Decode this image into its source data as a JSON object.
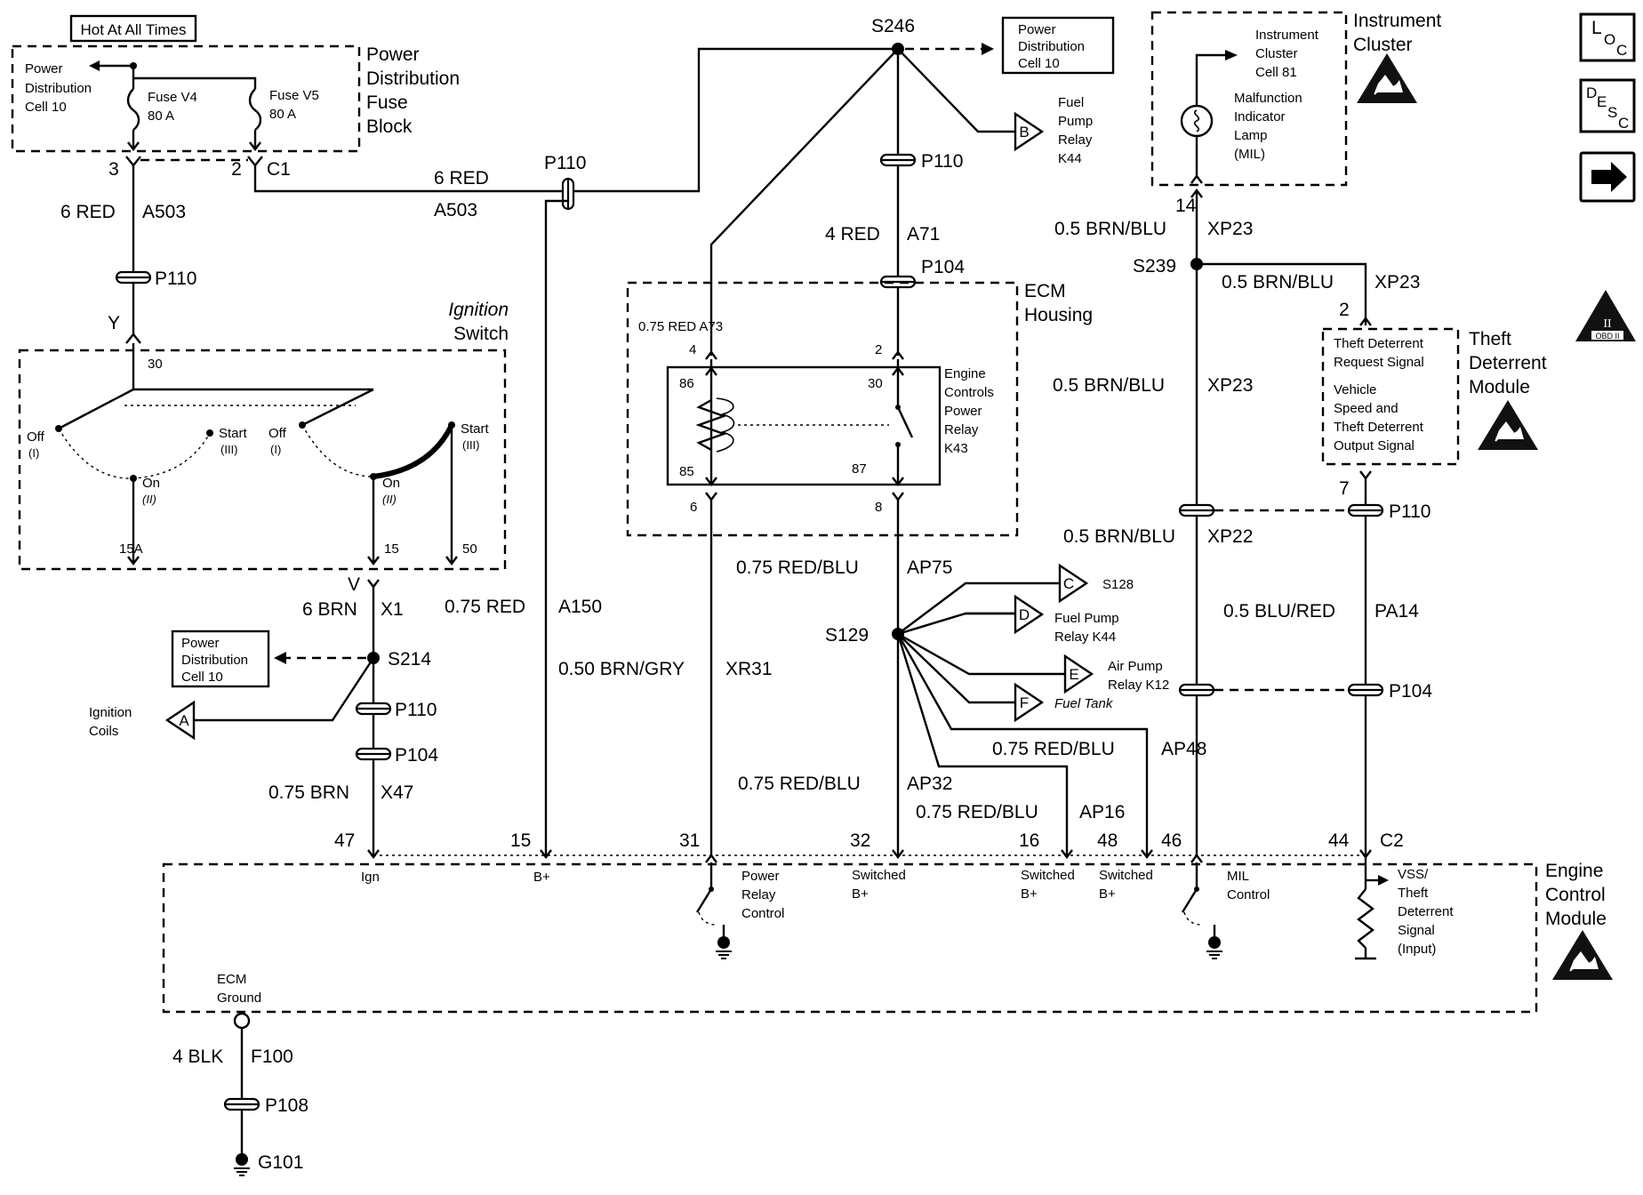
{
  "power_block": {
    "hot_label": "Hot At All Times",
    "title_lines": [
      "Power",
      "Distribution",
      "Fuse",
      "Block"
    ],
    "cell_lines": [
      "Power",
      "Distribution",
      "Cell 10"
    ],
    "fuse_v4": [
      "Fuse V4",
      "80 A"
    ],
    "fuse_v5": [
      "Fuse V5",
      "80 A"
    ],
    "pin_3": "3",
    "pin_2": "2",
    "conn_c1": "C1"
  },
  "wires": {
    "left_a503_gauge": "6 RED",
    "left_a503_circuit": "A503",
    "top_a503_gauge": "6 RED",
    "top_a503_circuit": "A503",
    "a71_gauge": "4 RED",
    "a71_circuit": "A71",
    "a73": "0.75 RED  A73",
    "x1_gauge": "6 BRN",
    "x1_circuit": "X1",
    "a150_gauge": "0.75 RED",
    "a150_circuit": "A150",
    "xr31_gauge": "0.50 BRN/GRY",
    "xr31_circuit": "XR31",
    "ap75_gauge": "0.75 RED/BLU",
    "ap75_circuit": "AP75",
    "ap32_gauge": "0.75 RED/BLU",
    "ap32_circuit": "AP32",
    "ap48_gauge": "0.75 RED/BLU",
    "ap48_circuit": "AP48",
    "ap16_gauge": "0.75 RED/BLU",
    "ap16_circuit": "AP16",
    "x47_gauge": "0.75 BRN",
    "x47_circuit": "X47",
    "f100_gauge": "4 BLK",
    "f100_circuit": "F100",
    "xp23_top_gauge": "0.5 BRN/BLU",
    "xp23_top_circuit": "XP23",
    "xp23_right_gauge": "0.5 BRN/BLU",
    "xp23_right_circuit": "XP23",
    "xp23_mid_gauge": "0.5 BRN/BLU",
    "xp23_mid_circuit": "XP23",
    "xp22_gauge": "0.5 BRN/BLU",
    "xp22_circuit": "XP22",
    "pa14_gauge": "0.5  BLU/RED",
    "pa14_circuit": "PA14"
  },
  "connectors": {
    "p110": "P110",
    "p104": "P104",
    "p108": "P108"
  },
  "splices": {
    "s246": "S246",
    "s214": "S214",
    "s129": "S129",
    "s239": "S239",
    "g101": "G101"
  },
  "power_cell_refs": {
    "top": [
      "Power",
      "Distribution",
      "Cell 10"
    ],
    "s214": [
      "Power",
      "Distribution",
      "Cell 10"
    ]
  },
  "refs": {
    "b_label": "B",
    "b_lines": [
      "Fuel",
      "Pump",
      "Relay",
      "K44"
    ],
    "a_label": "A",
    "a_lines": [
      "Ignition",
      "Coils"
    ],
    "c_label": "C",
    "c_text": "S128",
    "d_label": "D",
    "d_lines": [
      "Fuel Pump",
      "Relay K44"
    ],
    "e_label": "E",
    "e_lines": [
      "Air Pump",
      "Relay K12"
    ],
    "f_label": "F",
    "f_text": "Fuel Tank"
  },
  "ignition_switch": {
    "title_lines": [
      "Ignition",
      "Switch"
    ],
    "pin_y": "Y",
    "pin_30": "30",
    "off1": [
      "Off",
      "(I)"
    ],
    "start1": [
      "Start",
      "(III)"
    ],
    "on1": [
      "On",
      "(II)"
    ],
    "off2": [
      "Off",
      "(I)"
    ],
    "start2": [
      "Start",
      "(III)"
    ],
    "on2": [
      "On",
      "(II)"
    ],
    "pin_15a": "15A",
    "pin_15": "15",
    "pin_50": "50",
    "pin_v": "V"
  },
  "ecm_housing": {
    "title_lines": [
      "ECM",
      "Housing"
    ],
    "pin_4": "4",
    "pin_2": "2",
    "pin_6": "6",
    "pin_8": "8",
    "relay_86": "86",
    "relay_85": "85",
    "relay_30": "30",
    "relay_87": "87",
    "relay_lines": [
      "Engine",
      "Controls",
      "Power",
      "Relay",
      "K43"
    ]
  },
  "instrument_cluster": {
    "title_lines": [
      "Instrument",
      "Cluster"
    ],
    "cell_lines": [
      "Instrument",
      "Cluster",
      "Cell 81"
    ],
    "mil_lines": [
      "Malfunction",
      "Indicator",
      "Lamp",
      "(MIL)"
    ],
    "pin_14": "14"
  },
  "theft_module": {
    "title_lines": [
      "Theft",
      "Deterrent",
      "Module"
    ],
    "request_lines": [
      "Theft Deterrent",
      "Request Signal"
    ],
    "output_lines": [
      "Vehicle",
      "Speed and",
      "Theft Deterrent",
      "Output Signal"
    ],
    "pin_2": "2",
    "pin_7": "7"
  },
  "ecm": {
    "title_lines": [
      "Engine",
      "Control",
      "Module"
    ],
    "pins": [
      "47",
      "15",
      "31",
      "32",
      "16",
      "48",
      "46",
      "44"
    ],
    "conn_c2": "C2",
    "ign": "Ign",
    "bplus": "B+",
    "power_relay_control": [
      "Power",
      "Relay",
      "Control"
    ],
    "switched_32": [
      "Switched",
      "B+"
    ],
    "switched_16": [
      "Switched",
      "B+"
    ],
    "switched_48": [
      "Switched",
      "B+"
    ],
    "mil_control": [
      "MIL",
      "Control"
    ],
    "vss_lines": [
      "VSS/",
      "Theft",
      "Deterrent",
      "Signal",
      "(Input)"
    ],
    "ground_lines": [
      "ECM",
      "Ground"
    ]
  },
  "side_icons": {
    "loc": [
      "L",
      "O",
      "C"
    ],
    "desc": [
      "D",
      "E",
      "S",
      "C"
    ],
    "obd_top": "II",
    "obd_bottom": "OBD II"
  },
  "icon_names": [
    "esd-sensitive-icon",
    "arrow-right-icon",
    "loc-icon",
    "desc-icon",
    "obd-ii-icon",
    "ground-icon",
    "splice-icon",
    "inline-connector-icon"
  ]
}
